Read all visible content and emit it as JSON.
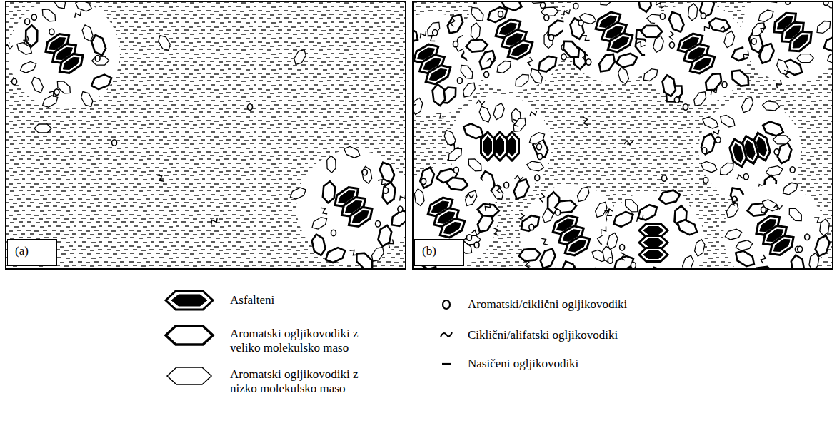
{
  "diagram": {
    "nodes": [
      {
        "text": [
          "(a)"
        ]
      },
      {
        "text": [
          "(b)"
        ]
      }
    ],
    "legend": [
      {
        "text": "Asfalteni"
      },
      {
        "text": "Aromatski ogljikovodiki z veliko molekulsko maso"
      },
      {
        "text": "Aromatski ogljikovodiki z nizko molekulsko maso"
      },
      {
        "text": "Aromatski/ciklični ogljikovodiki"
      },
      {
        "text": "Ciklični/alifatski ogljikovodiki"
      },
      {
        "text": "Nasičeni ogljikovodiki"
      }
    ]
  }
}
